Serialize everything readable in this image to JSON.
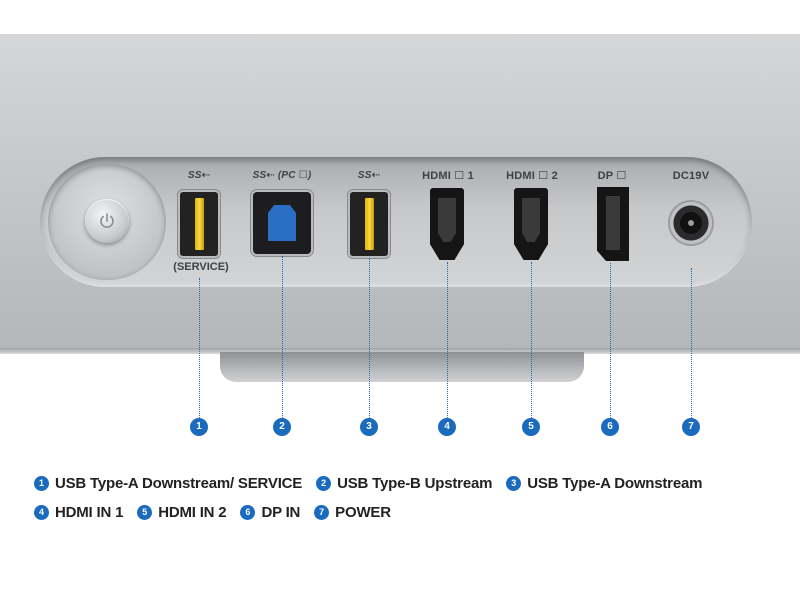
{
  "ports": [
    {
      "number": "1",
      "top_label": "SS⇠",
      "sub_label": "(SERVICE)",
      "icon": "usb-a-port-icon"
    },
    {
      "number": "2",
      "top_label": "SS⇠ (PC ☐)",
      "icon": "usb-b-port-icon"
    },
    {
      "number": "3",
      "top_label": "SS⇠",
      "icon": "usb-a-port-icon"
    },
    {
      "number": "4",
      "top_label": "HDMI ☐ 1",
      "icon": "hdmi-port-icon"
    },
    {
      "number": "5",
      "top_label": "HDMI ☐ 2",
      "icon": "hdmi-port-icon"
    },
    {
      "number": "6",
      "top_label": "DP ☐",
      "icon": "displayport-icon"
    },
    {
      "number": "7",
      "top_label": "DC19V",
      "icon": "dc-power-jack-icon"
    }
  ],
  "legend": [
    {
      "number": "1",
      "label": "USB Type-A Downstream/ SERVICE"
    },
    {
      "number": "2",
      "label": "USB Type-B Upstream"
    },
    {
      "number": "3",
      "label": "USB Type-A Downstream"
    },
    {
      "number": "4",
      "label": "HDMI IN 1"
    },
    {
      "number": "5",
      "label": "HDMI IN 2"
    },
    {
      "number": "6",
      "label": "DP IN"
    },
    {
      "number": "7",
      "label": "POWER"
    }
  ],
  "colors": {
    "callout": "#1a6bbd",
    "usb_b_insert": "#2b6fc4",
    "usb_a_tongue": "#f2cc2a"
  }
}
